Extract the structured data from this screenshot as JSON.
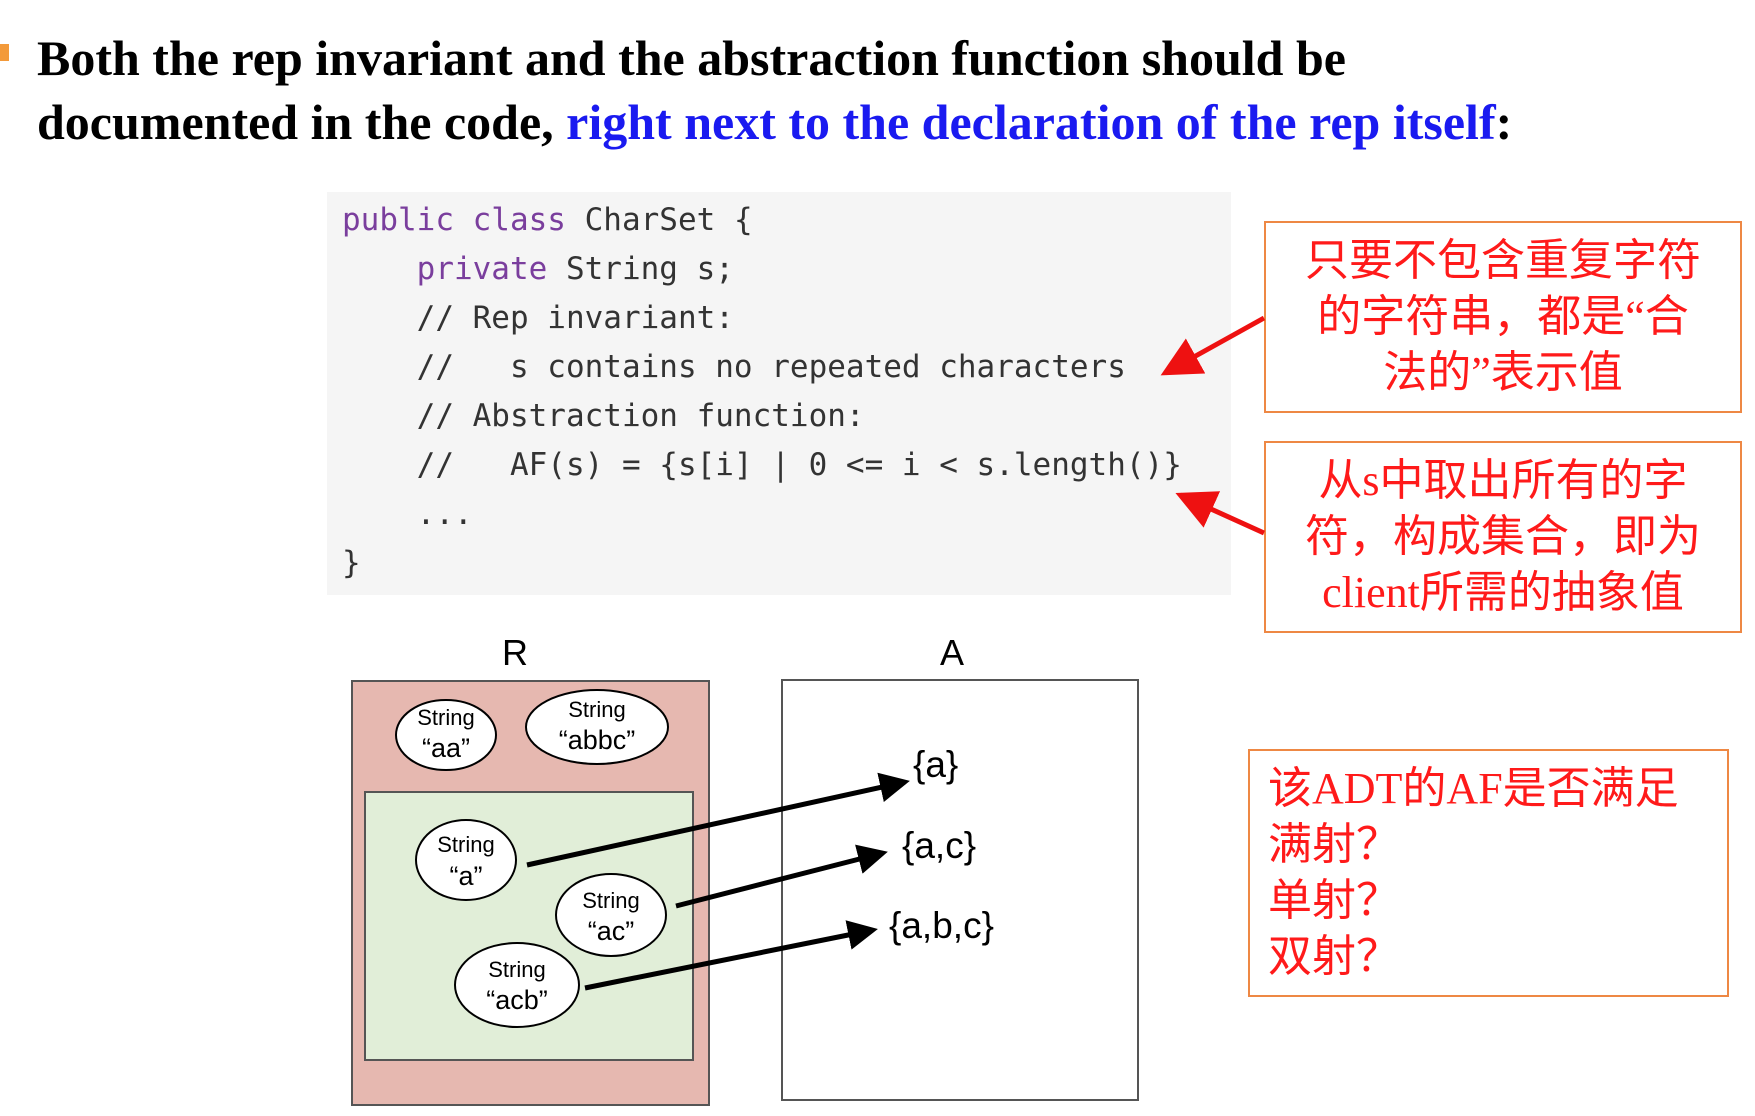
{
  "heading": {
    "part1": "Both the rep invariant and the abstraction function should be documented in the code",
    "comma": ", ",
    "highlight": "right next to the declaration of the rep itself",
    "colon": ":"
  },
  "code": {
    "lines": [
      {
        "kw": "public class",
        "rest": " CharSet {"
      },
      {
        "kw": "    private",
        "rest": " String s;"
      },
      {
        "comment": "    // Rep invariant:"
      },
      {
        "comment": "    //   s contains no repeated characters"
      },
      {
        "comment": "    // Abstraction function:"
      },
      {
        "comment": "    //   AF(s) = {s[i] | 0 <= i < s.length()}"
      },
      {
        "comment": "    ..."
      },
      {
        "plain": "}"
      }
    ]
  },
  "notes": {
    "rep_invariant": [
      "只要不包含重复字符",
      "的字符串，都是“合",
      "法的”表示值"
    ],
    "abstraction": [
      "从s中取出所有的字",
      "符，构成集合，即为",
      "client所需的抽象值"
    ],
    "question": [
      "该ADT的AF是否满足",
      "满射？",
      "单射？",
      "双射？"
    ]
  },
  "diagram": {
    "rep_label": "R",
    "abs_label": "A",
    "invalid_reps": [
      {
        "type": "String",
        "value": "“aa”"
      },
      {
        "type": "String",
        "value": "“abbc”"
      }
    ],
    "valid_reps": [
      {
        "type": "String",
        "value": "“a”"
      },
      {
        "type": "String",
        "value": "“ac”"
      },
      {
        "type": "String",
        "value": "“acb”"
      }
    ],
    "abstract_values": [
      "{a}",
      "{a,c}",
      "{a,b,c}"
    ]
  },
  "colors": {
    "heading_highlight": "#1a1af0",
    "note_text": "#ff1a1a",
    "note_border": "#ee8844",
    "rep_space": "#e6b8b0",
    "valid_rep_space": "#e1eed8",
    "arrow_red": "#ee1111"
  }
}
